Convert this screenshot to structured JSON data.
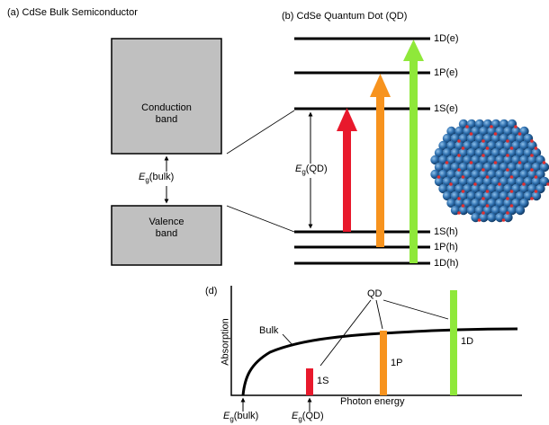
{
  "panel_a": {
    "title": "(a) CdSe Bulk Semiconductor",
    "conduction_line1": "Conduction",
    "conduction_line2": "band",
    "valence_line1": "Valence",
    "valence_line2": "band",
    "gap_symbol": "E",
    "gap_sub": "g",
    "gap_tail": "(bulk)"
  },
  "panel_b": {
    "title": "(b) CdSe Quantum Dot (QD)",
    "gap_symbol": "E",
    "gap_sub": "g",
    "gap_tail": "(QD)",
    "levels": [
      "1D(e)",
      "1P(e)",
      "1S(e)",
      "1S(h)",
      "1P(h)",
      "1D(h)"
    ]
  },
  "panel_d": {
    "title": "(d)",
    "ylabel": "Absorption",
    "xlabel": "Photon energy",
    "bulk_label": "Bulk",
    "qd_label": "QD",
    "peaks": [
      "1S",
      "1P",
      "1D"
    ],
    "eg_bulk_symbol": "E",
    "eg_bulk_sub": "g",
    "eg_bulk_tail": "(bulk)",
    "eg_qd_symbol": "E",
    "eg_qd_sub": "g",
    "eg_qd_tail": "(QD)"
  },
  "colors": {
    "band_fill": "#c0c0c0",
    "red": "#e8192c",
    "orange": "#f7931e",
    "green": "#8fe83a",
    "sphere": "#3a7ab8",
    "dot_red": "#e03030"
  }
}
